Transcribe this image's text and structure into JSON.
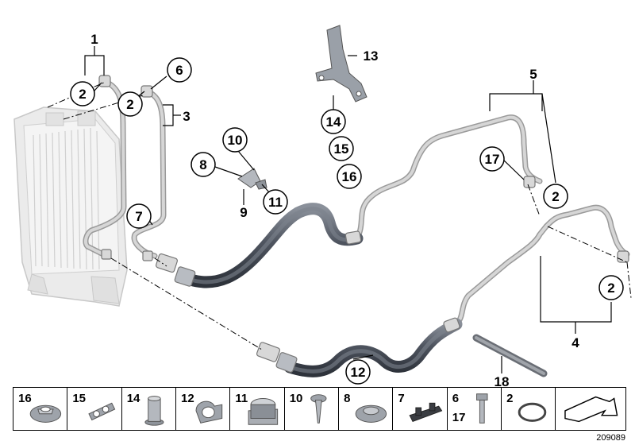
{
  "callouts": {
    "c1": "1",
    "c2a": "2",
    "c2b": "2",
    "c2c": "2",
    "c2d": "2",
    "c3": "3",
    "c4": "4",
    "c5": "5",
    "c6": "6",
    "c7": "7",
    "c8": "8",
    "c9": "9",
    "c10": "10",
    "c11": "11",
    "c12": "12",
    "c13": "13",
    "c14": "14",
    "c15": "15",
    "c16": "16",
    "c17": "17",
    "c18": "18"
  },
  "parts_strip": [
    {
      "label": "16",
      "icon": "hex-nut-washer-icon"
    },
    {
      "label": "15",
      "icon": "pipe-clip-icon"
    },
    {
      "label": "14",
      "icon": "threaded-insert-icon"
    },
    {
      "label": "12",
      "icon": "hose-holder-icon"
    },
    {
      "label": "11",
      "icon": "rubber-mount-icon"
    },
    {
      "label": "10",
      "icon": "screw-icon"
    },
    {
      "label": "8",
      "icon": "collar-nut-icon"
    },
    {
      "label": "7",
      "icon": "double-clip-icon"
    },
    {
      "label": "6",
      "label2": "17",
      "icon": "hex-bolt-icon"
    },
    {
      "label": "2",
      "icon": "o-ring-icon"
    },
    {
      "label": "",
      "icon": "arrow-icon"
    }
  ],
  "doc_number": "209089",
  "colors": {
    "line": "#000000",
    "hose_dark": "#5e6470",
    "pipe_light": "#c4c4c4",
    "cooler": "#e6e6e6"
  }
}
